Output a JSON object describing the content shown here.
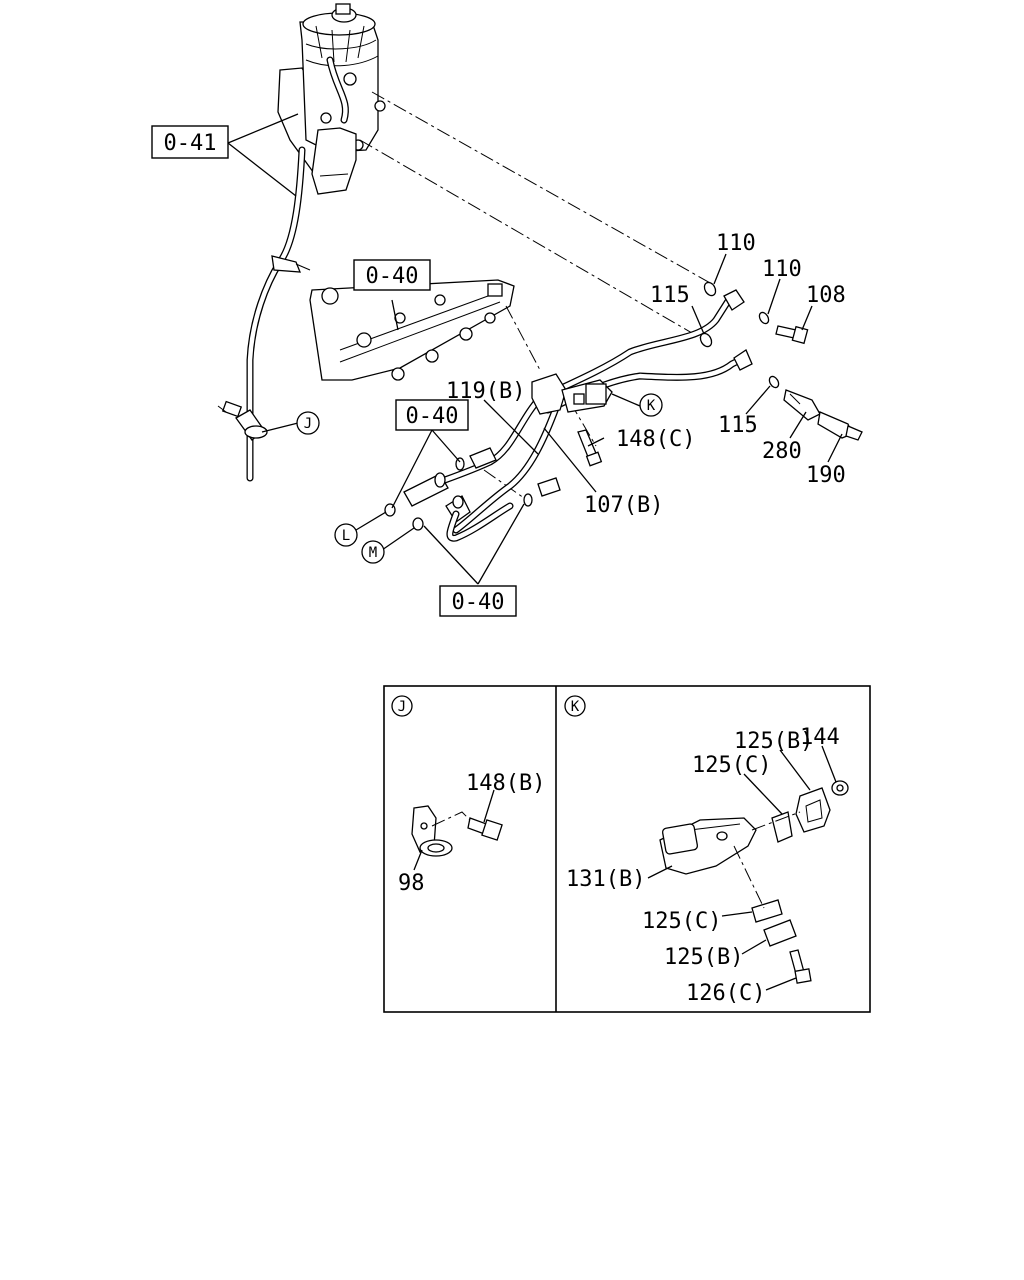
{
  "refs": {
    "fuel_filter": "0-41",
    "fuel_rail": "0-40",
    "injector_left": "0-40",
    "injector_bottom": "0-40"
  },
  "callouts": {
    "j": "J",
    "k": "K",
    "l": "L",
    "m": "M"
  },
  "parts_main": {
    "p110a": "110",
    "p110b": "110",
    "p108": "108",
    "p115a": "115",
    "p115b": "115",
    "p119b": "119(B)",
    "p148c": "148(C)",
    "p107b": "107(B)",
    "p280": "280",
    "p190": "190"
  },
  "detail_j": {
    "title": "J",
    "p148b": "148(B)",
    "p98": "98"
  },
  "detail_k": {
    "title": "K",
    "p144": "144",
    "p125b_top": "125(B)",
    "p125c_top": "125(C)",
    "p131b": "131(B)",
    "p125c_bot": "125(C)",
    "p125b_bot": "125(B)",
    "p126c": "126(C)"
  }
}
